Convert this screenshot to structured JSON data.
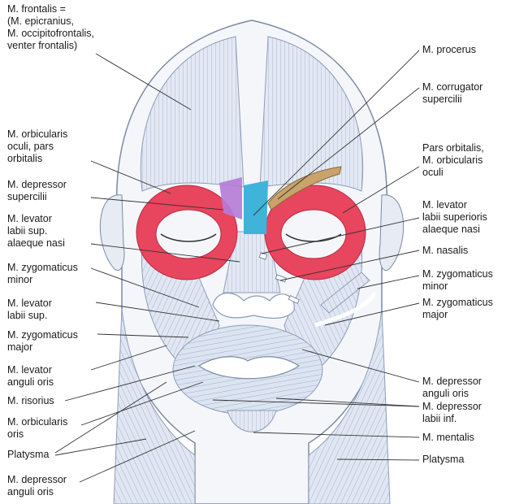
{
  "left_labels": [
    "M. frontalis =\n(M. epicranius,\nM. occipitofrontalis,\nventer frontalis)",
    "M. orbicularis\noculi, pars\norbitalis",
    "M. depressor\nsupercilii",
    "M. levator\nlabii sup.\nalaeque nasi",
    "M. zygomaticus\nminor",
    "M. levator\nlabii sup.",
    "M. zygomaticus\nmajor",
    "M. levator\nanguli oris",
    "M. risorius",
    "M. orbicularis\noris",
    "Platysma",
    "M. depressor\nanguli oris"
  ],
  "right_labels": [
    "M. procerus",
    "M. corrugator\nsupercilii",
    "Pars orbitalis,\nM. orbicularis\noculi",
    "M. levator\nlabii superioris\nalaeque nasi",
    "M. nasalis",
    "M. zygomaticus\nminor",
    "M. zygomaticus\nmajor",
    "M. depressor\nanguli oris",
    "M. depressor\nlabii inf.",
    "M. mentalis",
    "Platysma"
  ],
  "colors": {
    "muscle": "#dfe6f2",
    "muscle_stroke": "#8e9cb8",
    "orbicularis_oculi": "#e8455e",
    "depressor_supercilii": "#b57bd6",
    "procerus": "#3fb3d9",
    "corrugator": "#c9a36a",
    "leader": "#333333"
  }
}
